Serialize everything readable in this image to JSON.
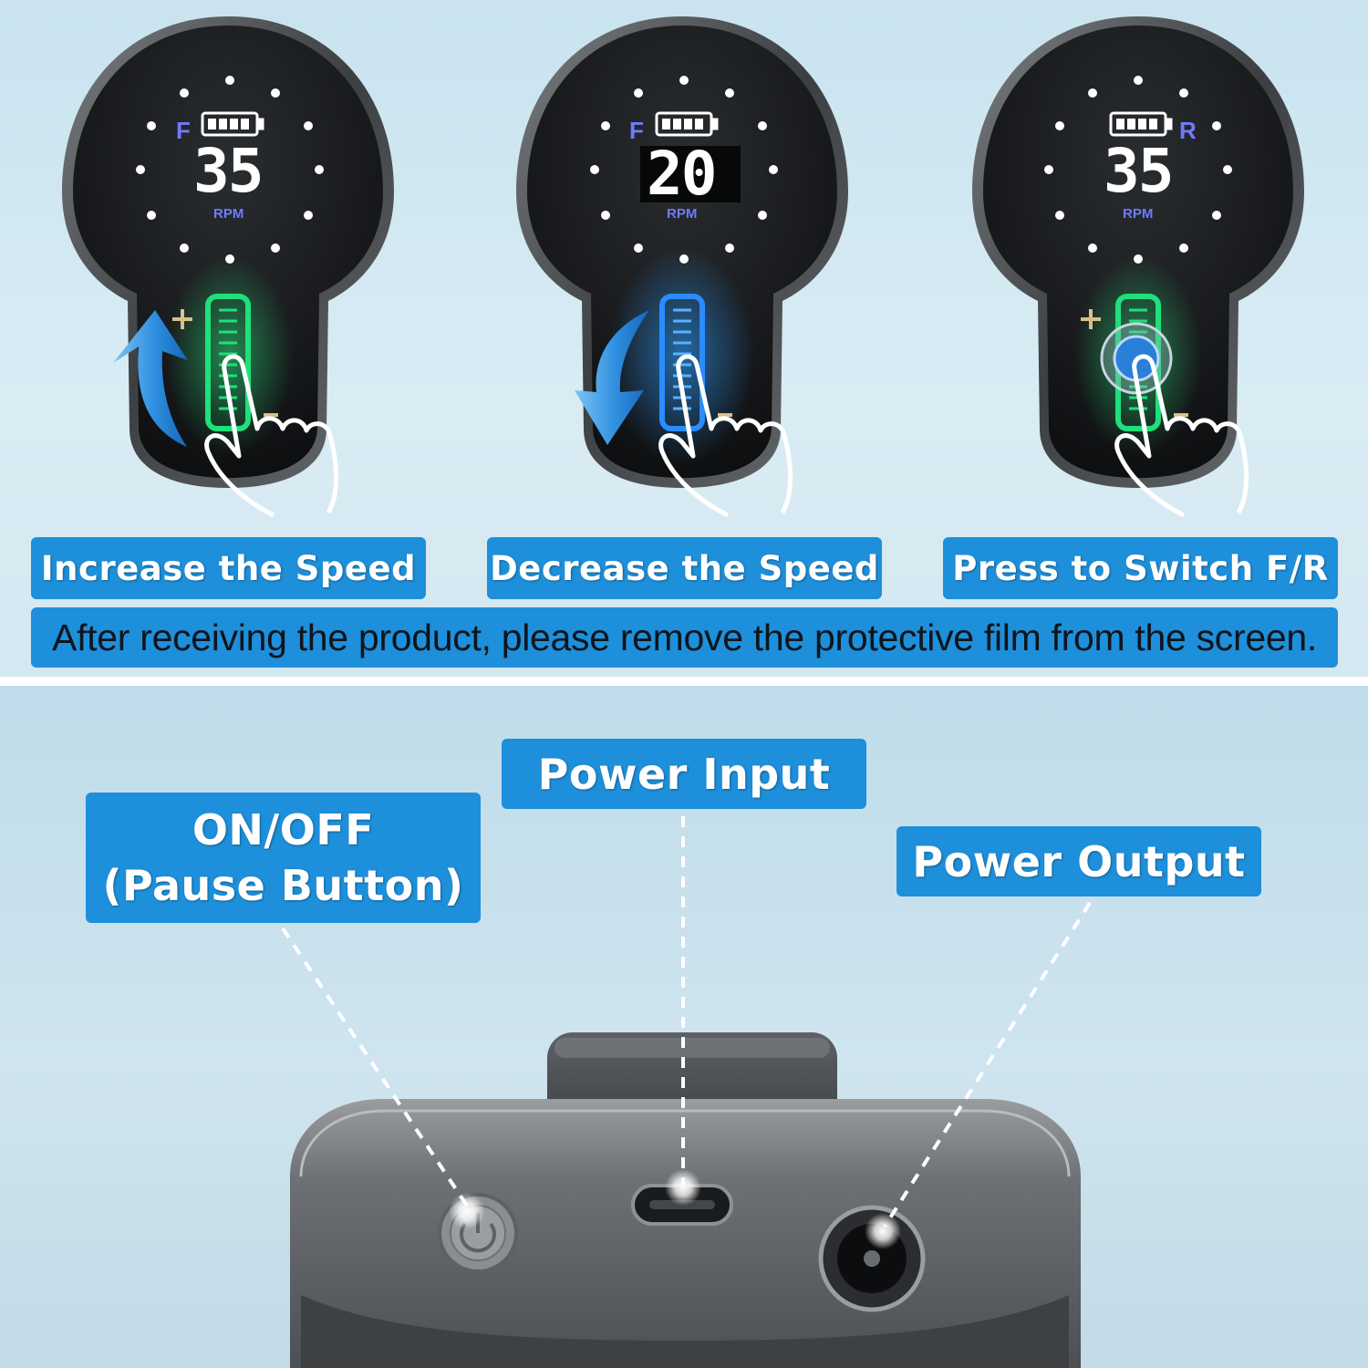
{
  "panels": [
    {
      "mode": "F",
      "speed": "35",
      "unit": "RPM",
      "caption": "Increase the Speed"
    },
    {
      "mode": "F",
      "speed": "20",
      "unit": "RPM",
      "caption": "Decrease the Speed"
    },
    {
      "mode": "R",
      "speed": "35",
      "unit": "RPM",
      "caption": "Press to Switch F/R"
    }
  ],
  "notice": "After receiving the product, please remove the protective film from the screen.",
  "ports": {
    "power_input": "Power Input",
    "on_off_line1": "ON/OFF",
    "on_off_line2": "(Pause Button)",
    "power_output": "Power Output"
  },
  "colors": {
    "label_blue": "#1e8fda",
    "slider_green": "#1fe07a",
    "slider_blue": "#2a8cff",
    "arrow_blue": "#2f8fe0",
    "mode_indicator": "#6f7bff"
  },
  "icons": [
    "plus-icon",
    "minus-icon",
    "battery-icon",
    "hand-pointer-icon",
    "arrow-up-icon",
    "arrow-down-icon",
    "power-icon",
    "usb-c-port",
    "dc-port"
  ]
}
